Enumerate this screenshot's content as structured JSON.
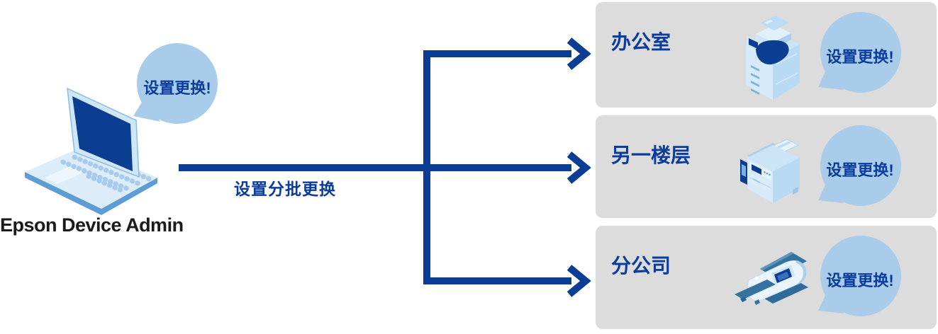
{
  "diagram": {
    "source": {
      "label": "Epson Device Admin",
      "bubble": "设置更换!",
      "device_icon": "laptop-icon"
    },
    "flow": {
      "label": "设置分批更换"
    },
    "destinations": [
      {
        "title": "办公室",
        "bubble": "设置更换!",
        "device_icon": "office-copier-icon"
      },
      {
        "title": "另一楼层",
        "bubble": "设置更换!",
        "device_icon": "desktop-printer-icon"
      },
      {
        "title": "分公司",
        "bubble": "设置更换!",
        "device_icon": "document-scanner-icon"
      }
    ],
    "colors": {
      "arrow_navy": "#0b3d94",
      "text_navy": "#0a3c9e",
      "bubble_blue": "#a8cce9",
      "panel_gray": "#dcdcdc",
      "device_light": "#d6eaf9",
      "device_mid": "#9cc6ea",
      "steel_blue": "#35739f",
      "label_black": "#1a1a1a"
    }
  }
}
